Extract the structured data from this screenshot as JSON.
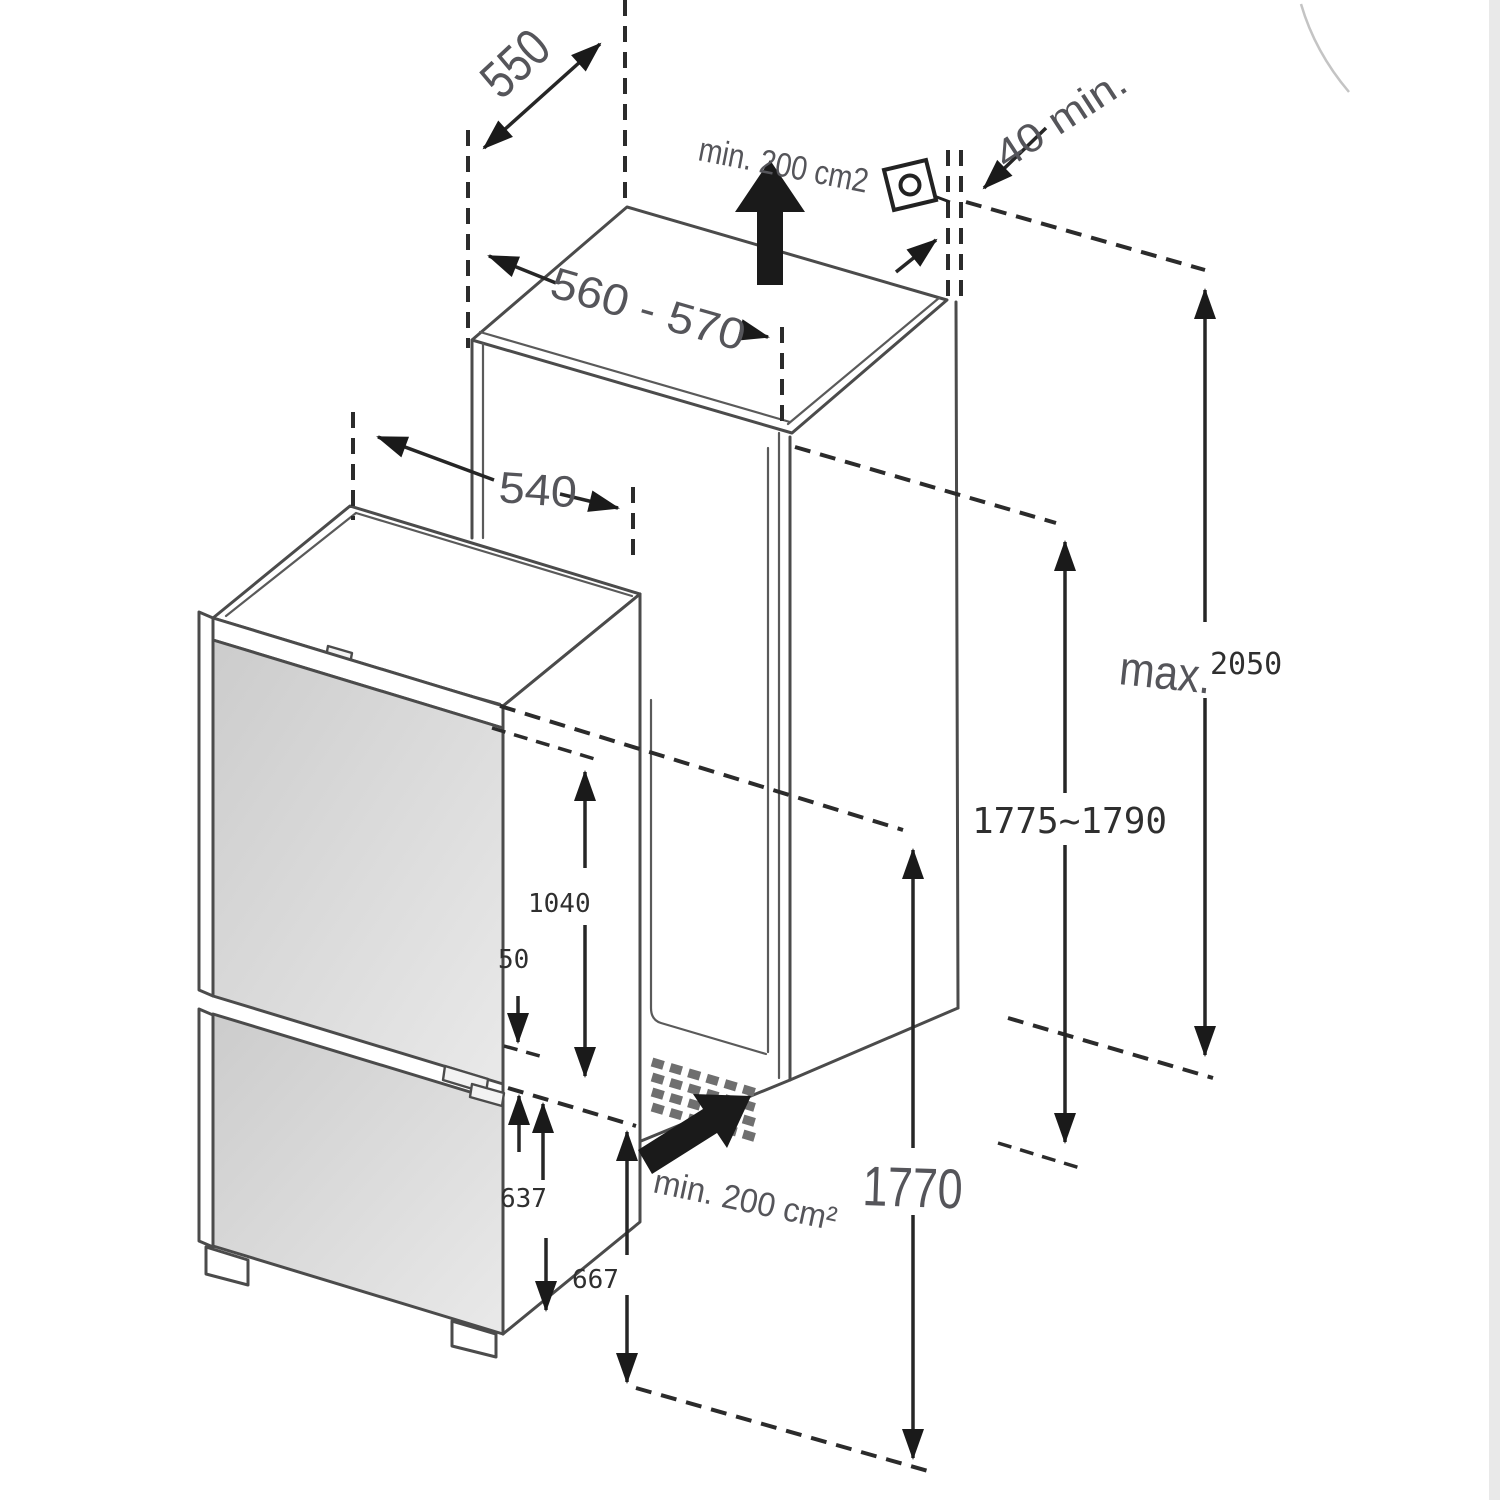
{
  "diagram": {
    "description": "Installation dimensions diagram for an integrated fridge freezer with housing cabinet",
    "labels": {
      "top_depth": "550",
      "niche_width": "560 - 570",
      "appliance_width": "540",
      "top_vent": "min. 200 cm2",
      "rear_gap": "40 min.",
      "max_height_prefix": "max.",
      "max_height_value": "2050",
      "niche_height": "1775~1790",
      "upper_door_height": "1040",
      "door_gap": "50",
      "freezer_door_height": "637",
      "freezer_total_height": "667",
      "appliance_height": "1770",
      "bottom_vent": "min. 200 cm²"
    },
    "icons": {
      "power_outlet": "square-with-circle",
      "airflow_top": "solid-up-arrow",
      "airflow_bottom": "solid-up-right-arrow"
    },
    "colors": {
      "line": "#4b4b4b",
      "dimension": "#262626",
      "arrow_fill": "#1a1a1a",
      "door_gray": "#d6d6d6",
      "label_gray": "#55555a",
      "number": "#2f2f2f"
    }
  }
}
